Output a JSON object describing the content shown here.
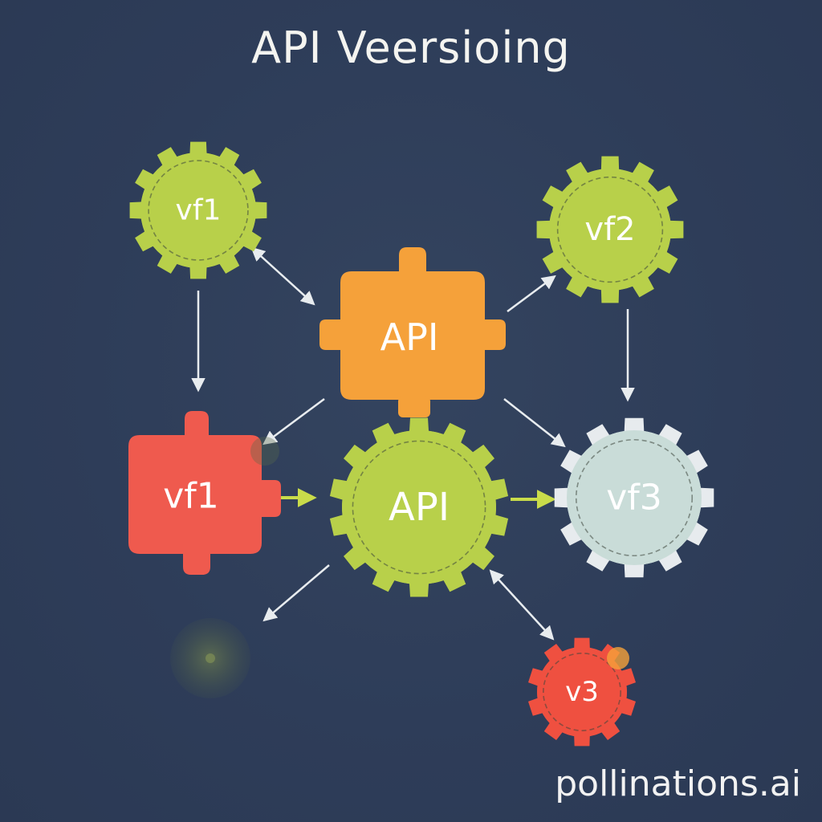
{
  "title": "API Veersioing",
  "watermark": "pollinations.ai",
  "nodes": {
    "gear_top_left": {
      "label": "vf1",
      "fill": "#b8d04a"
    },
    "gear_top_right": {
      "label": "vf2",
      "fill": "#b8d04a"
    },
    "puzzle_api": {
      "label": "API",
      "fill": "#f5a13a"
    },
    "puzzle_left": {
      "label": "vf1",
      "fill": "#ef5a4e"
    },
    "gear_center": {
      "label": "API",
      "fill": "#b8d04a"
    },
    "gear_right": {
      "label": "vf3",
      "fill": "#e7ebee",
      "inner": "#c9dcd8"
    },
    "gear_bottom": {
      "label": "v3",
      "fill": "#ef5040"
    }
  },
  "colors": {
    "background": "#2e3d5a",
    "arrow": "#e8ecef",
    "arrow_accent": "#c9dc4a",
    "blob": "#5a6a4a"
  }
}
